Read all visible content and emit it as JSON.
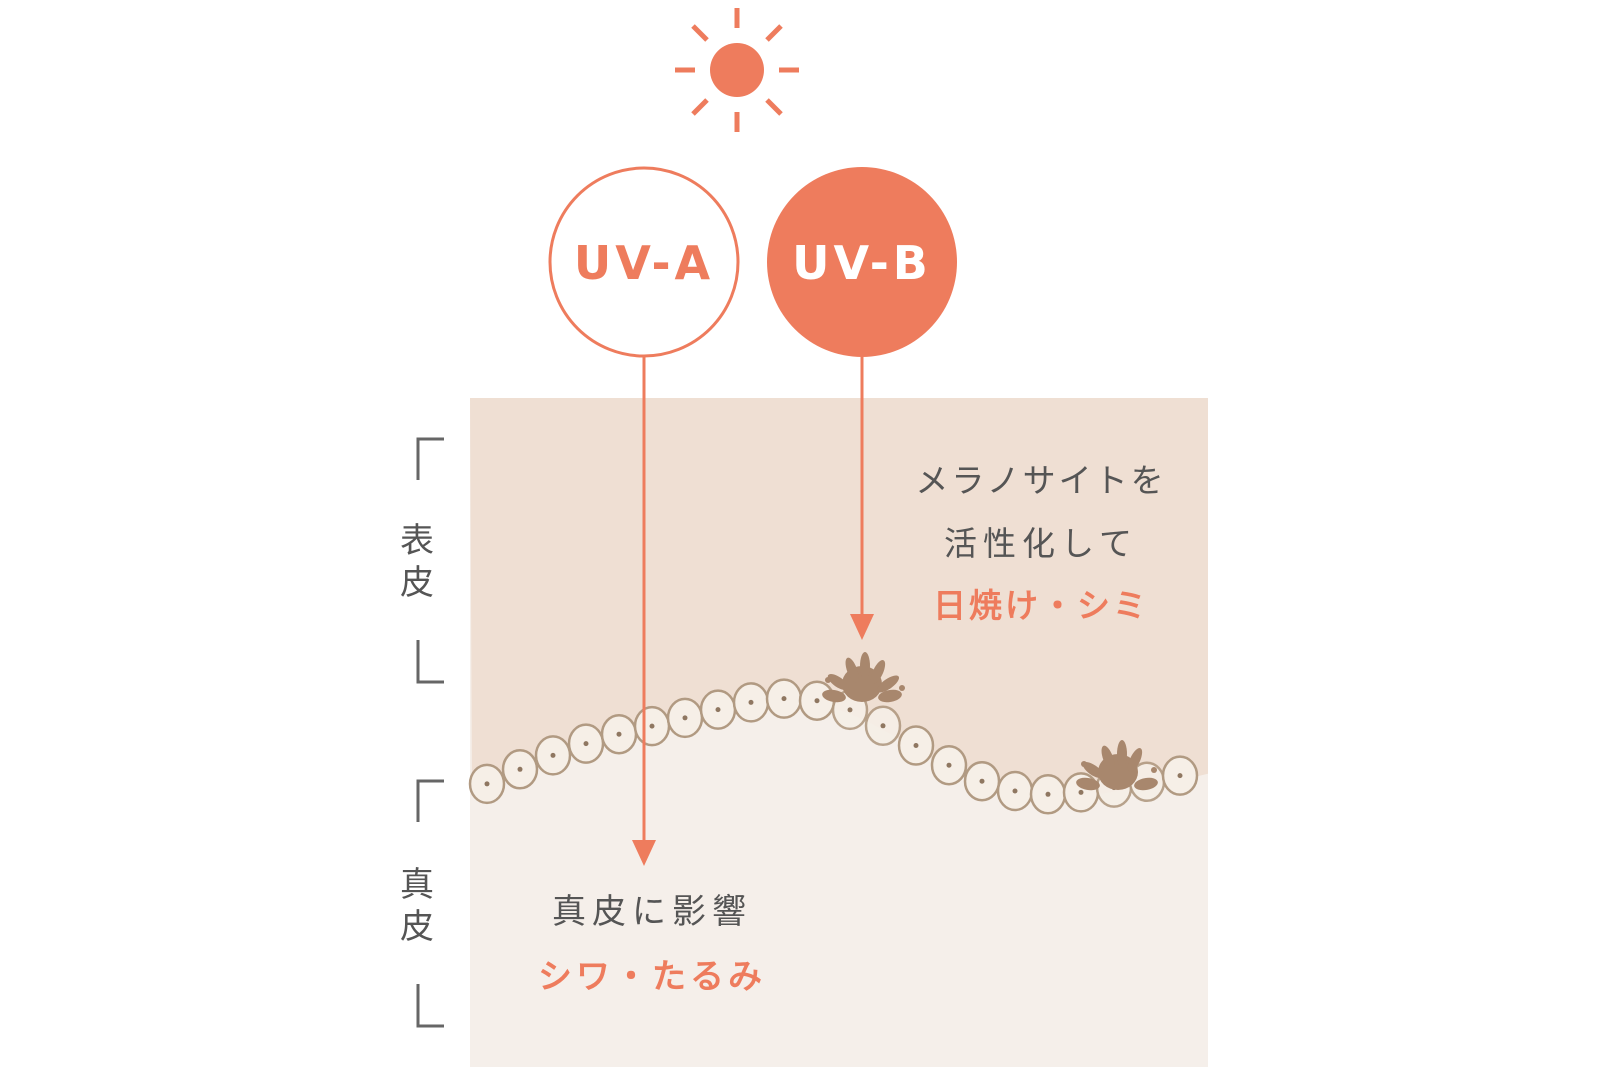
{
  "colors": {
    "accent": "#ee7c5d",
    "epidermis": "#efdfd3",
    "dermis": "#f5efea",
    "cell_stroke": "#b19a82",
    "cell_fill": "#f6efe7",
    "melanocyte": "#a8876d",
    "text": "#555555",
    "bracket": "#666666"
  },
  "uv_a": {
    "label": "UV-A"
  },
  "uv_b": {
    "label": "UV-B"
  },
  "layers": {
    "epidermis": {
      "label_1": "表",
      "label_2": "皮"
    },
    "dermis": {
      "label_1": "真",
      "label_2": "皮"
    }
  },
  "uv_b_effect": {
    "line1": "メラノサイトを",
    "line2": "活性化して",
    "highlight": "日焼け・シミ"
  },
  "uv_a_effect": {
    "line1": "真皮に影響",
    "highlight": "シワ・たるみ"
  },
  "icons": {
    "sun": "sun-icon",
    "melanocyte": "melanocyte-icon"
  }
}
